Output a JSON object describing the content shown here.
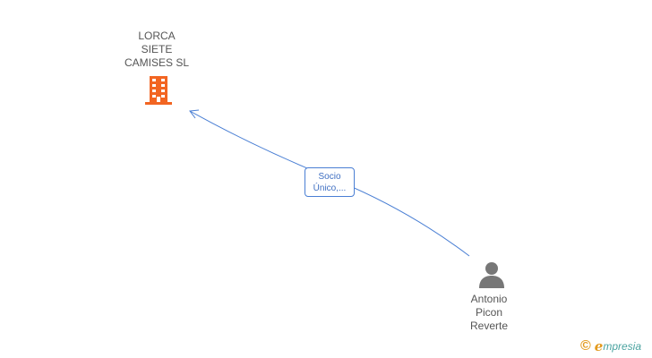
{
  "colors": {
    "edge": "#4a7fd4",
    "company_icon": "#f26522",
    "person_icon": "#777777",
    "label_text": "#555555",
    "brand_orange": "#e39a1e",
    "brand_teal": "#4aa3a0"
  },
  "nodes": {
    "company": {
      "type": "company",
      "icon": "building-icon",
      "name_lines": [
        "LORCA",
        "SIETE",
        "CAMISES SL"
      ]
    },
    "person": {
      "type": "person",
      "icon": "person-icon",
      "name_lines": [
        "Antonio",
        "Picon",
        "Reverte"
      ]
    }
  },
  "edges": [
    {
      "from": "person",
      "to": "company",
      "label_lines": [
        "Socio",
        "Único,..."
      ]
    }
  ],
  "brand": {
    "copyright_symbol": "©",
    "mark": "e",
    "name": "mpresia"
  }
}
